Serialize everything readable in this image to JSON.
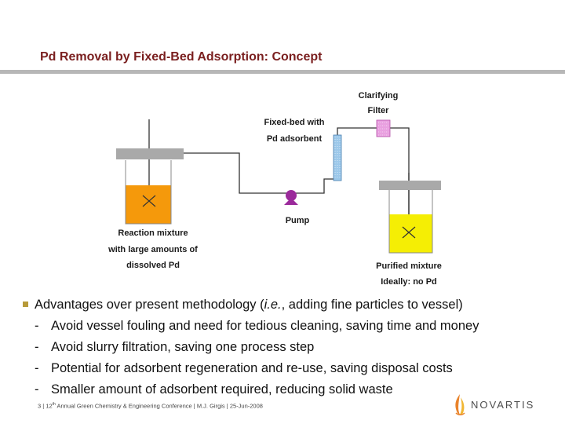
{
  "slide": {
    "title": "Pd Removal by Fixed-Bed Adsorption: Concept"
  },
  "diagram": {
    "labels": {
      "filter_line1": "Clarifying",
      "filter_line2": "Filter",
      "fixed_bed_line1": "Fixed-bed with",
      "fixed_bed_line2": "Pd adsorbent",
      "pump": "Pump",
      "reaction_line1": "Reaction mixture",
      "reaction_line2": "with large amounts of",
      "reaction_line3": "dissolved Pd",
      "purified_line1": "Purified mixture",
      "purified_line2": "Ideally: no Pd"
    },
    "colors": {
      "reaction_liquid": "#f5990b",
      "purified_liquid": "#f5ee04",
      "pump": "#9b2a9b",
      "filter": "#e9a0e0",
      "fixed_bed": "#9cc8ea",
      "lid": "#a9a9a9",
      "pipe": "#333333"
    }
  },
  "bullets": {
    "main": {
      "prefix": "Advantages over present methodology (",
      "italic": "i.e.",
      "suffix": ", adding fine particles to vessel)"
    },
    "subs": [
      "Avoid vessel fouling and need for tedious cleaning, saving time and money",
      "Avoid slurry filtration, saving one process step",
      "Potential for adsorbent regeneration and re-use, saving disposal costs",
      "Smaller amount of adsorbent required, reducing solid waste"
    ],
    "dash": "-"
  },
  "footer": {
    "page": "3",
    "separator": "|",
    "event_num": "12",
    "event_sup": "th",
    "event_rest": "Annual Green Chemistry & Engineering Conference",
    "author": "M.J. Girgis",
    "date": "25-Jun-2008"
  },
  "logo": {
    "text": "NOVARTIS",
    "colors": {
      "flame_orange": "#e9832b",
      "flame_yellow": "#f1b632",
      "text": "#4d4d4d"
    }
  }
}
